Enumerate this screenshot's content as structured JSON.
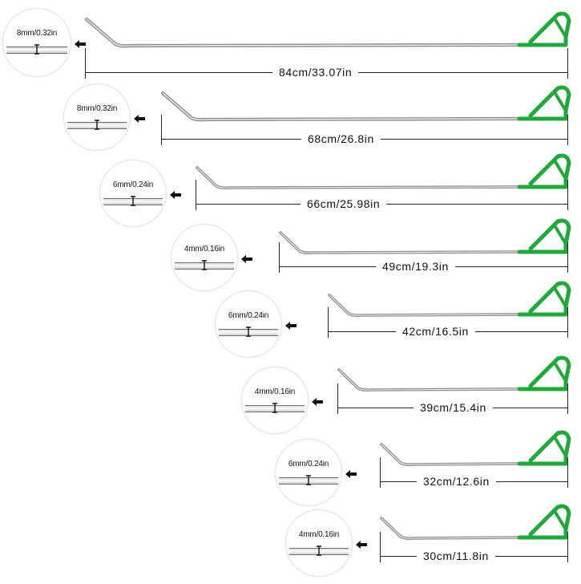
{
  "colors": {
    "grip": "#21a83b",
    "rod": "#a8a8a8",
    "line": "#222222"
  },
  "icons": {
    "arrow": "left-arrow-icon"
  },
  "tools": [
    {
      "length_label": "84cm/33.07in",
      "diameter_label": "8mm/0.32in"
    },
    {
      "length_label": "68cm/26.8in",
      "diameter_label": "8mm/0.32in"
    },
    {
      "length_label": "66cm/25.98in",
      "diameter_label": "6mm/0.24in"
    },
    {
      "length_label": "49cm/19.3in",
      "diameter_label": "4mm/0.16in"
    },
    {
      "length_label": "42cm/16.5in",
      "diameter_label": "6mm/0.24in"
    },
    {
      "length_label": "39cm/15.4in",
      "diameter_label": "4mm/0.16in"
    },
    {
      "length_label": "32cm/12.6in",
      "diameter_label": "6mm/0.24in"
    },
    {
      "length_label": "30cm/11.8in",
      "diameter_label": "4mm/0.16in"
    }
  ]
}
